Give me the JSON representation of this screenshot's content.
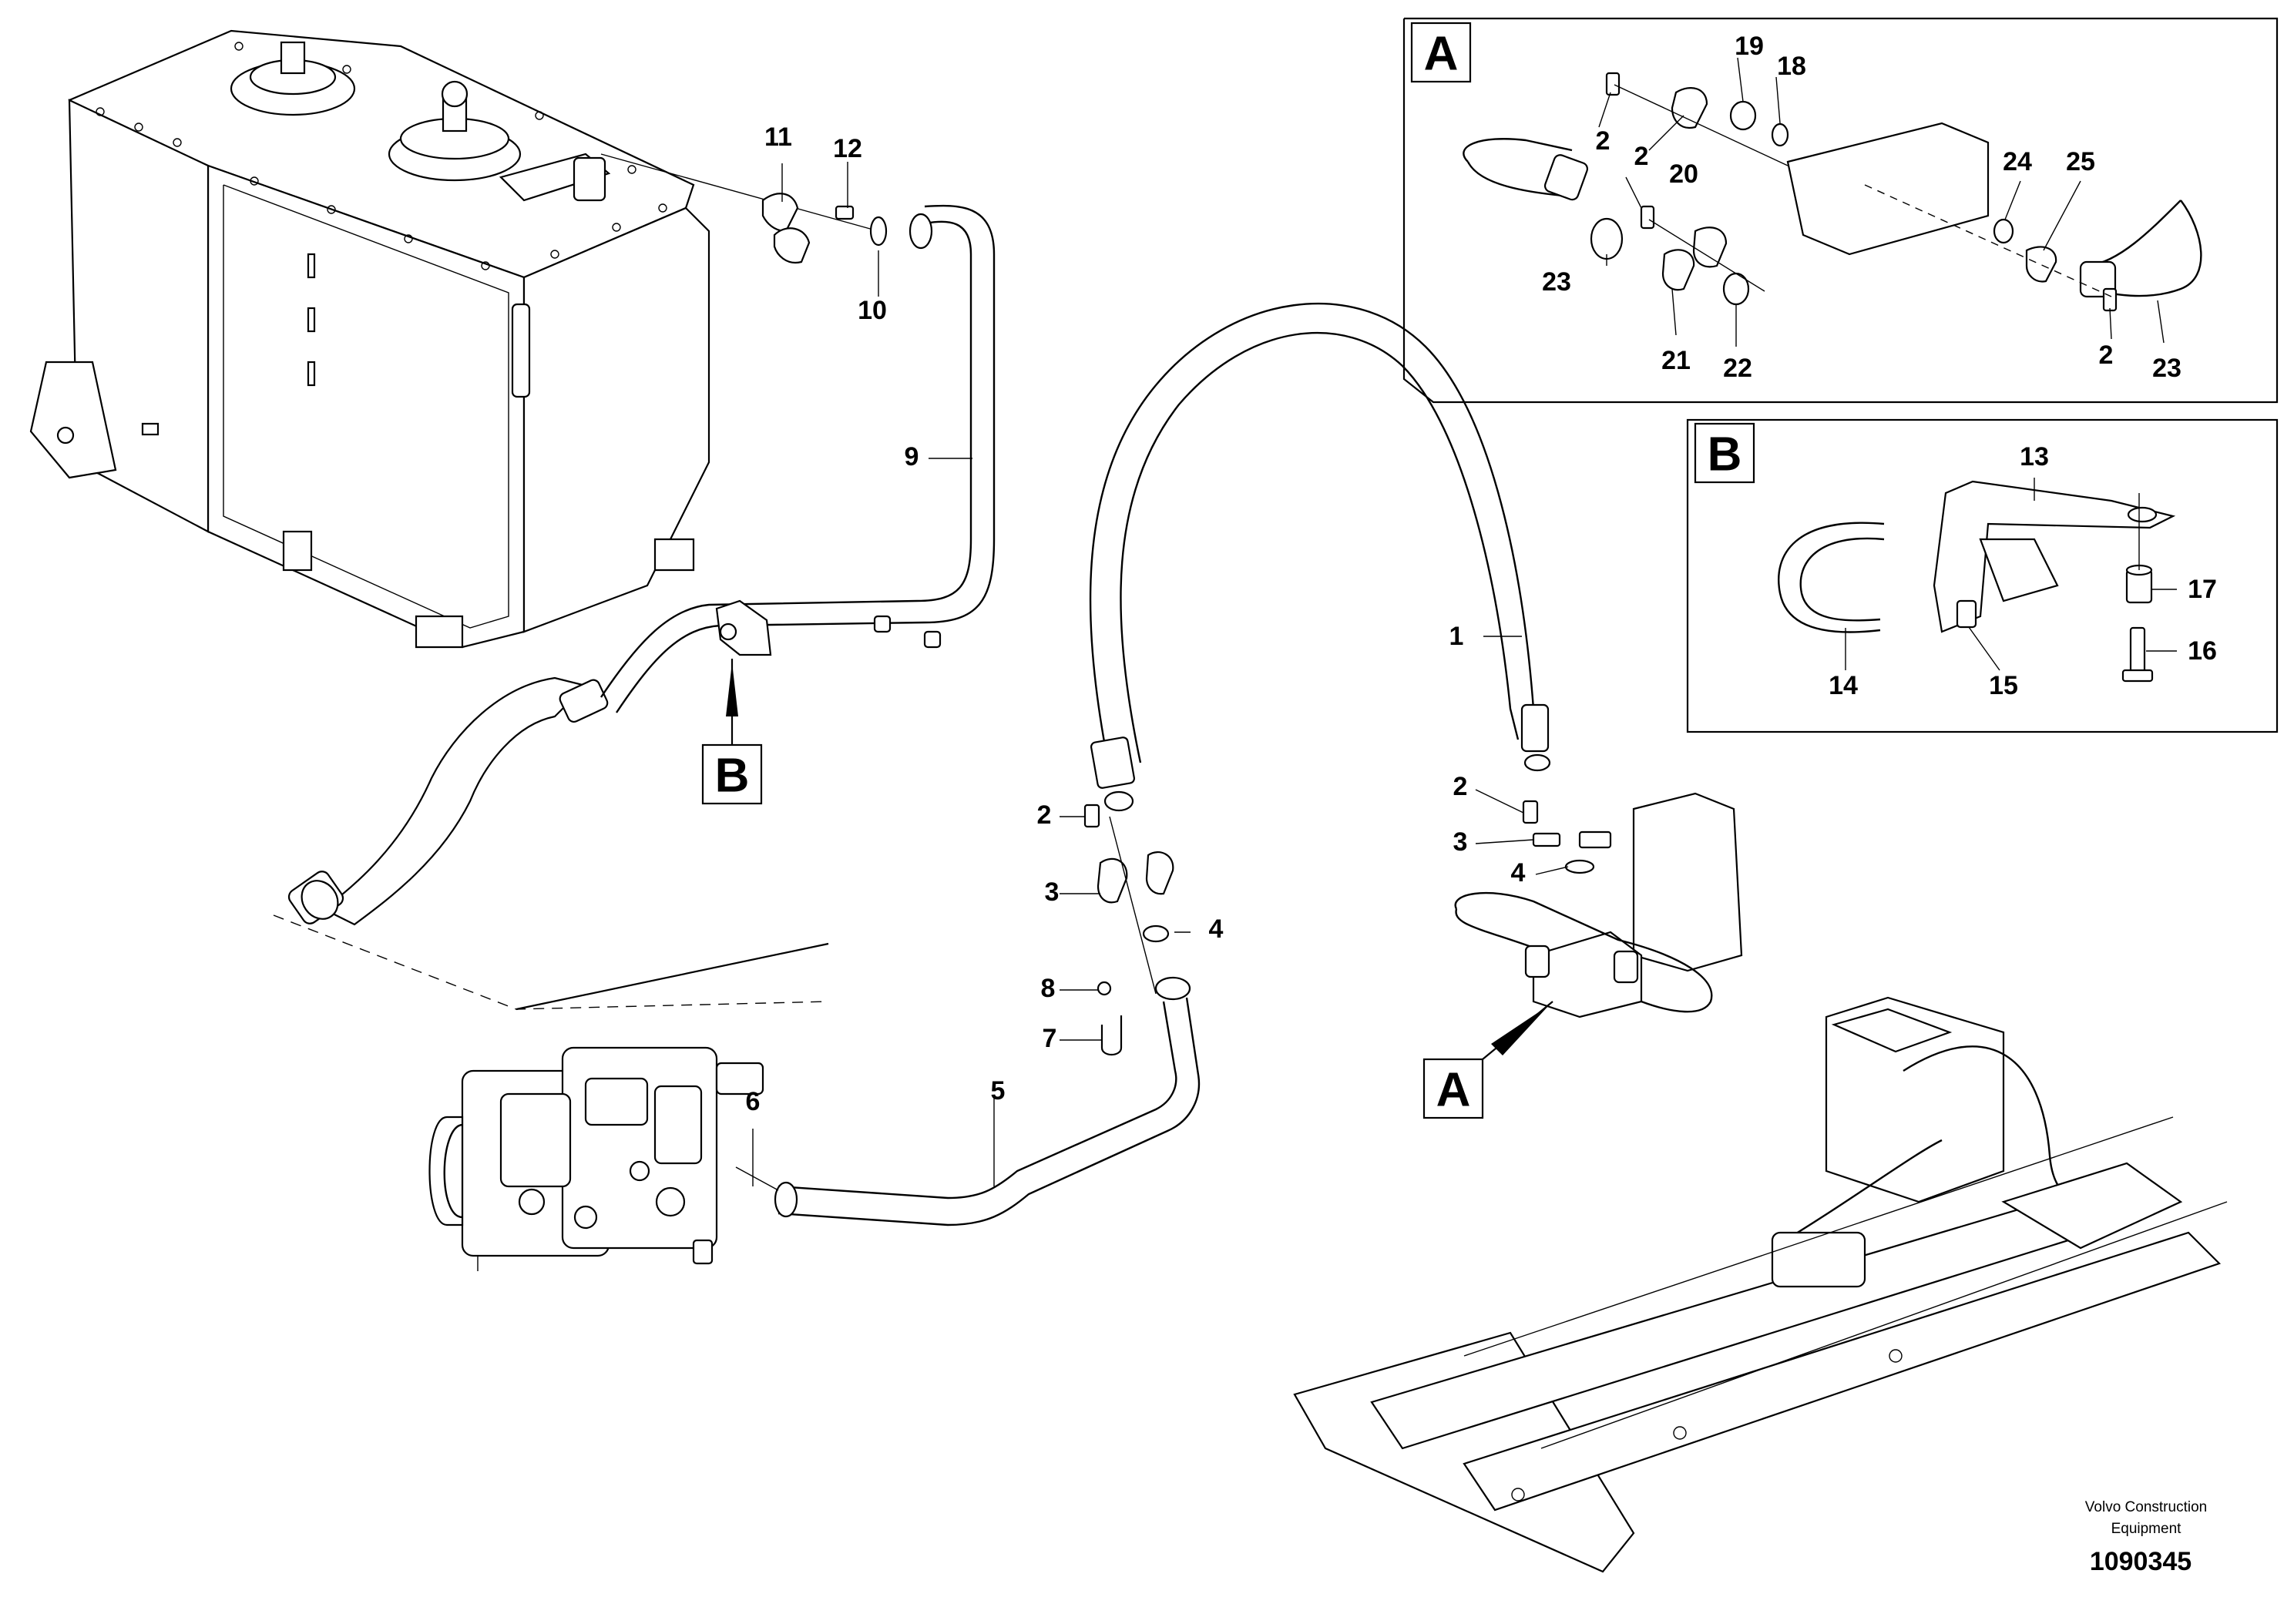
{
  "callouts": {
    "main": {
      "p1": "1",
      "p2a": "2",
      "p2b": "2",
      "p3a": "3",
      "p3b": "3",
      "p4a": "4",
      "p4b": "4",
      "p5": "5",
      "p6": "6",
      "p7": "7",
      "p8": "8",
      "p9": "9",
      "p10": "10",
      "p11": "11",
      "p12": "12"
    },
    "detail_a": {
      "p2a": "2",
      "p2b": "2",
      "p2c": "2",
      "p18": "18",
      "p19": "19",
      "p20": "20",
      "p21": "21",
      "p22": "22",
      "p23a": "23",
      "p23b": "23",
      "p24": "24",
      "p25": "25"
    },
    "detail_b": {
      "p13": "13",
      "p14": "14",
      "p15": "15",
      "p16": "16",
      "p17": "17"
    }
  },
  "detail_labels": {
    "a_box": "A",
    "b_box": "B",
    "a_ref": "A",
    "b_ref": "B"
  },
  "footer": {
    "brand_line1": "Volvo Construction",
    "brand_line2": "Equipment",
    "drawing_number": "1090345"
  },
  "line_color": "#000000",
  "background_color": "#ffffff"
}
